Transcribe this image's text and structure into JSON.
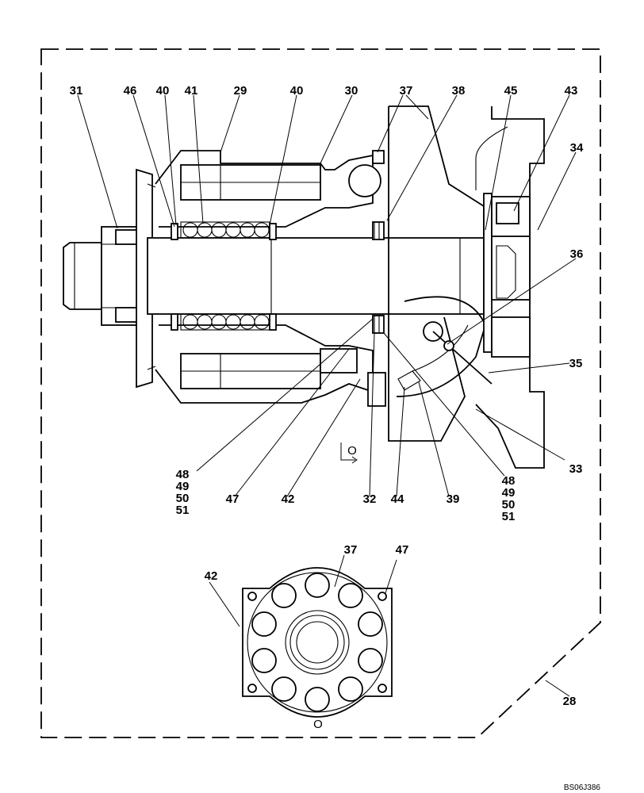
{
  "labels": {
    "l31": "31",
    "l46": "46",
    "l40a": "40",
    "l41": "41",
    "l29": "29",
    "l40b": "40",
    "l30": "30",
    "l37a": "37",
    "l38": "38",
    "l45": "45",
    "l43": "43",
    "l34": "34",
    "l36": "36",
    "l35": "35",
    "l33": "33",
    "l42a": "42",
    "l32": "32",
    "l44": "44",
    "l39": "39",
    "l47a": "47",
    "l28": "28",
    "l37b": "37",
    "l42b": "42",
    "l47b": "47"
  },
  "stack_left": [
    "48",
    "49",
    "50",
    "51"
  ],
  "stack_right": [
    "48",
    "49",
    "50",
    "51"
  ],
  "view_mark_top": "O",
  "view_mark_bottom": "O",
  "drawing_ref": "BS06J386"
}
